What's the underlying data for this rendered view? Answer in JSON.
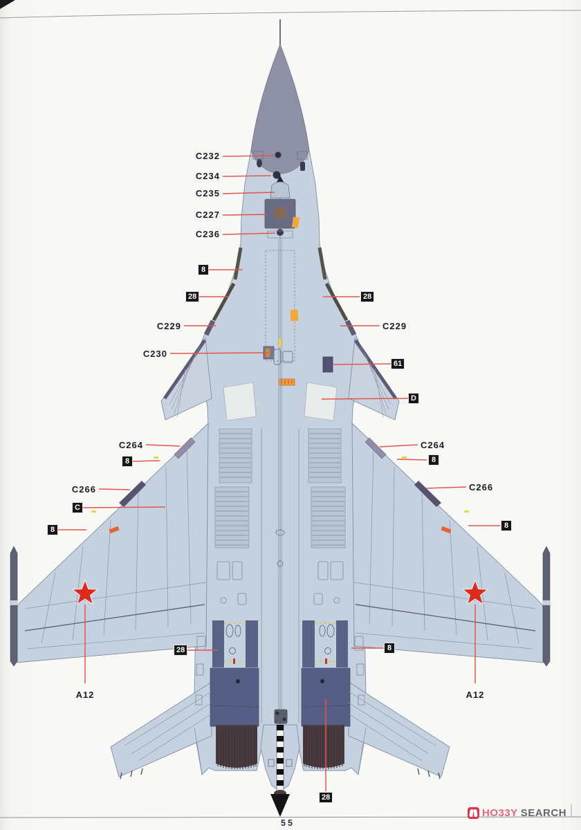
{
  "page": {
    "number": "55"
  },
  "watermark": {
    "icon": "hobby-search-logo-icon",
    "brand_hobby": "HO33Y",
    "brand_search": "SEARCH"
  },
  "callouts": {
    "c232": "C232",
    "c234": "C234",
    "c235": "C235",
    "c227": "C227",
    "c236": "C236",
    "c229_left": "C229",
    "c229_right": "C229",
    "c230": "C230",
    "c264_left": "C264",
    "c264_right": "C264",
    "c266_left": "C266",
    "c266_right": "C266",
    "a12_left": "A12",
    "a12_right": "A12",
    "box_8": "8",
    "box_28": "28",
    "box_61": "61",
    "box_d": "D",
    "box_c": "C"
  },
  "colors": {
    "leader_red": "#e0564a",
    "star_red": "#dd2a1f",
    "airframe": "#c6d1df",
    "radome": "#8e90a6",
    "navy_panel": "#555e84",
    "nozzle_brown": "#4a3c41",
    "leading_edge_purple": "#5e5b77",
    "leading_edge_olive": "#565447"
  }
}
